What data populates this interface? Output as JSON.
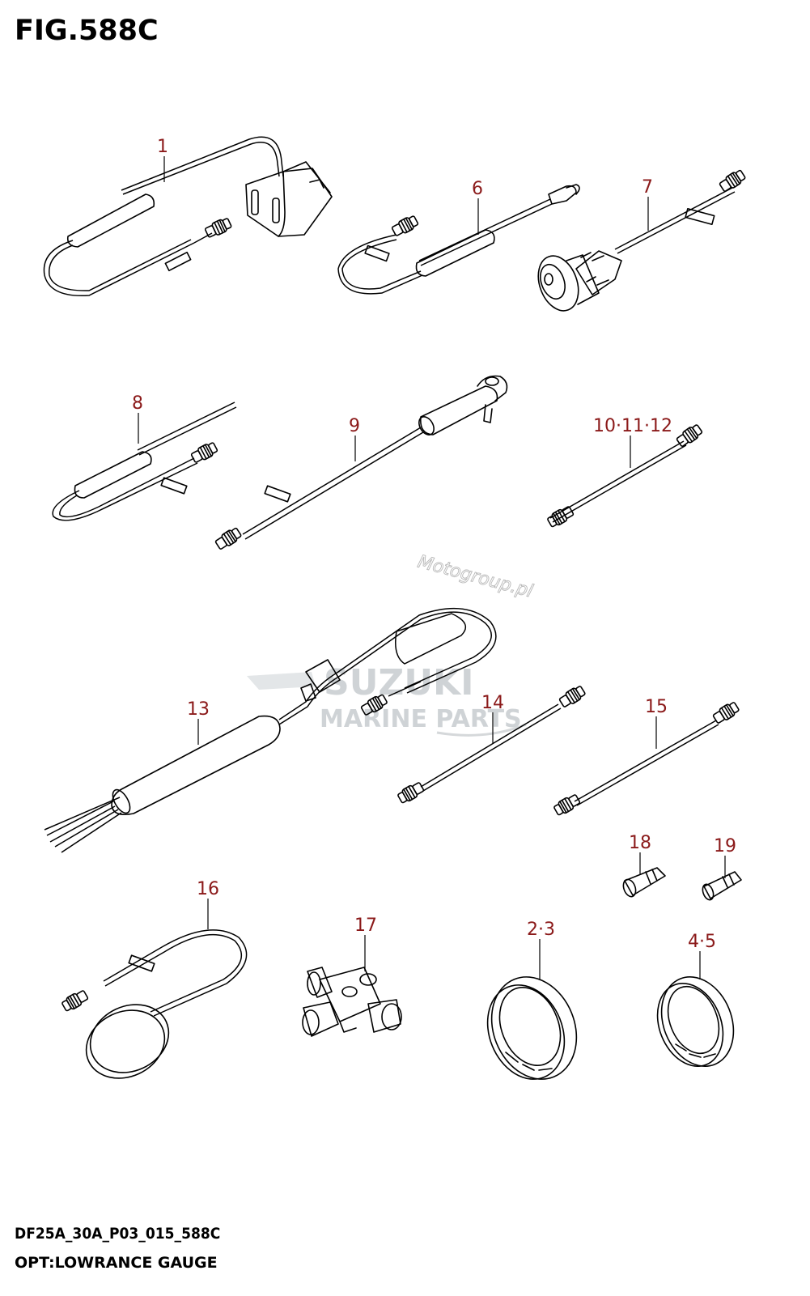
{
  "figure": {
    "title": "FIG.588C",
    "code": "DF25A_30A_P03_015_588C",
    "caption": "OPT:LOWRANCE GAUGE"
  },
  "callouts": [
    {
      "id": "c1",
      "label": "1"
    },
    {
      "id": "c6",
      "label": "6"
    },
    {
      "id": "c7",
      "label": "7"
    },
    {
      "id": "c8",
      "label": "8"
    },
    {
      "id": "c9",
      "label": "9"
    },
    {
      "id": "c10",
      "label": "10·11·12"
    },
    {
      "id": "c13",
      "label": "13"
    },
    {
      "id": "c14",
      "label": "14"
    },
    {
      "id": "c15",
      "label": "15"
    },
    {
      "id": "c16",
      "label": "16"
    },
    {
      "id": "c17",
      "label": "17"
    },
    {
      "id": "c18",
      "label": "18"
    },
    {
      "id": "c19",
      "label": "19"
    },
    {
      "id": "c23",
      "label": "2·3"
    },
    {
      "id": "c45",
      "label": "4·5"
    }
  ],
  "watermarks": {
    "motogroup": "Motogroup.pl",
    "suzuki": "SUZUKI",
    "marine": "MARINE PARTS"
  },
  "colors": {
    "callout": "#8b1a1a",
    "line": "#000000",
    "watermark": "#cfd3d6"
  }
}
